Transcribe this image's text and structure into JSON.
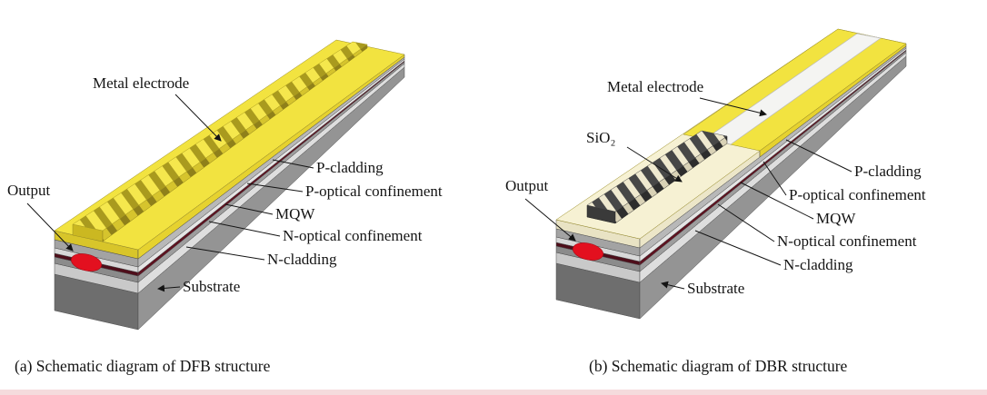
{
  "figure": {
    "panels": [
      {
        "caption": "(a) Schematic diagram of DFB structure",
        "labels": {
          "metal_electrode": "Metal electrode",
          "output": "Output",
          "p_cladding": "P-cladding",
          "p_optical_confinement": "P-optical confinement",
          "mqw": "MQW",
          "n_optical_confinement": "N-optical confinement",
          "n_cladding": "N-cladding",
          "substrate": "Substrate"
        }
      },
      {
        "caption": "(b) Schematic diagram of DBR structure",
        "labels": {
          "metal_electrode": "Metal electrode",
          "sio2": "SiO₂",
          "output": "Output",
          "p_cladding": "P-cladding",
          "p_optical_confinement": "P-optical confinement",
          "mqw": "MQW",
          "n_optical_confinement": "N-optical confinement",
          "n_cladding": "N-cladding",
          "substrate": "Substrate"
        }
      }
    ],
    "colors": {
      "electrode_yellow": "#f2e340",
      "electrode_yellow_side": "#e6d22f",
      "electrode_yellow_front": "#d8c52a",
      "mqw_maroon": "#5e1220",
      "output_red": "#e3101f",
      "sio2_cream": "#f6f1d3",
      "grating_dark": "#474747",
      "metal_contact_white": "#f4f4f2",
      "substrate_gray": "#949494",
      "bottom_strip_pink": "#f2cfd1"
    }
  }
}
